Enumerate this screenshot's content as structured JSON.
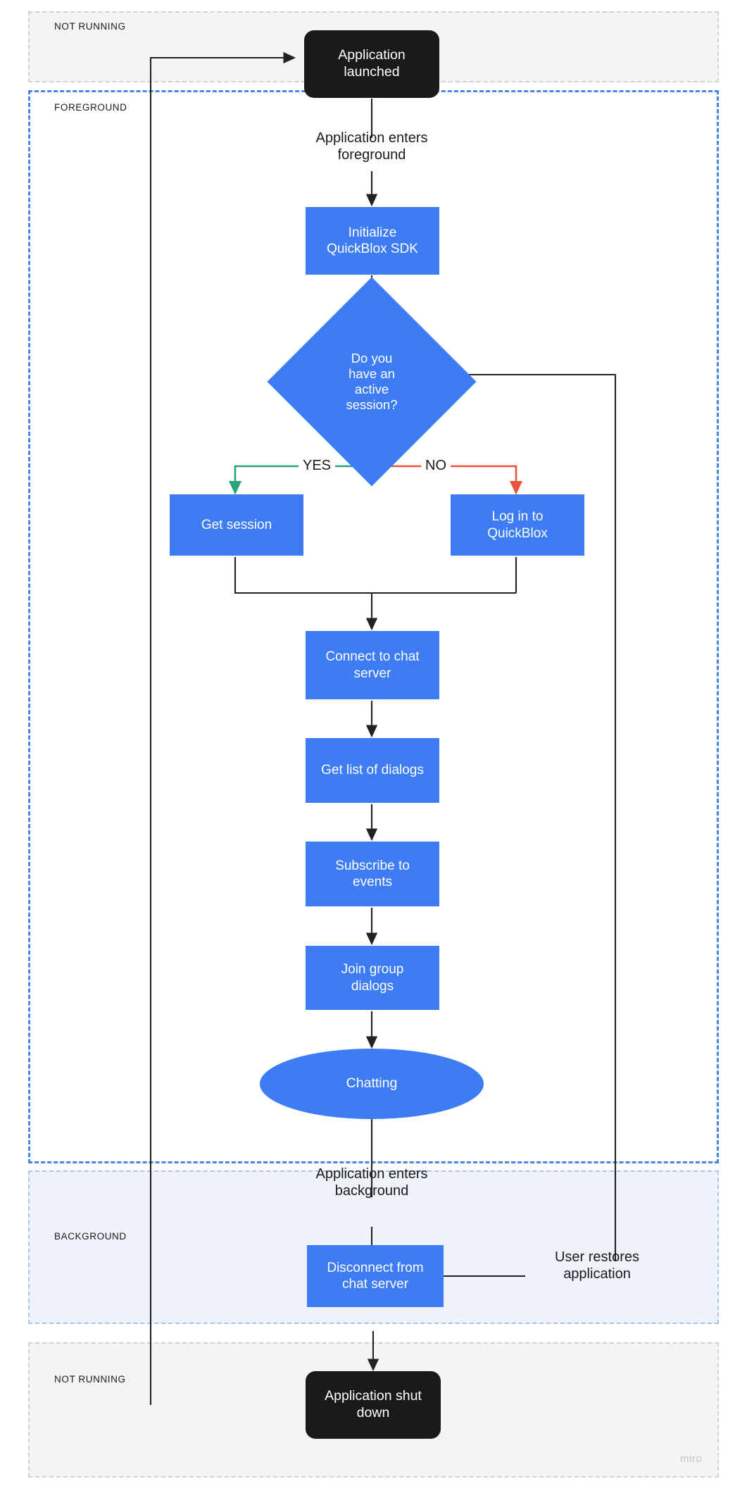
{
  "diagram": {
    "title": "QuickBlox application lifecycle flowchart",
    "watermark": "miro",
    "colors": {
      "process_blue": "#3d7cf4",
      "terminal_black": "#1a1a1a",
      "yes_green": "#2ba376",
      "no_red": "#e8543a",
      "foreground_border": "#4a86e8",
      "background_fill": "#eef3fa",
      "notrunning_fill": "#f4f4f4",
      "connector_dark": "#222222"
    }
  },
  "lanes": [
    {
      "id": "not-running-top",
      "label": "NOT RUNNING"
    },
    {
      "id": "foreground",
      "label": "FOREGROUND"
    },
    {
      "id": "background",
      "label": "BACKGROUND"
    },
    {
      "id": "not-running-bottom",
      "label": "NOT RUNNING"
    }
  ],
  "nodes": {
    "app_launched": {
      "label": "Application\nlaunched",
      "shape": "terminal"
    },
    "init_sdk": {
      "label": "Initialize\nQuickBlox SDK",
      "shape": "process"
    },
    "active_session": {
      "label": "Do you\nhave an\nactive\nsession?",
      "shape": "decision"
    },
    "get_session": {
      "label": "Get session",
      "shape": "process"
    },
    "log_in": {
      "label": "Log in to\nQuickBlox",
      "shape": "process"
    },
    "connect_chat": {
      "label": "Connect to chat\nserver",
      "shape": "process"
    },
    "get_dialogs": {
      "label": "Get list of dialogs",
      "shape": "process"
    },
    "subscribe_events": {
      "label": "Subscribe to\nevents",
      "shape": "process"
    },
    "join_group": {
      "label": "Join group\ndialogs",
      "shape": "process"
    },
    "chatting": {
      "label": "Chatting",
      "shape": "ellipse"
    },
    "disconnect_chat": {
      "label": "Disconnect from\nchat server",
      "shape": "process"
    },
    "app_shutdown": {
      "label": "Application shut\ndown",
      "shape": "terminal"
    }
  },
  "edge_labels": {
    "enters_foreground": "Application enters\nforeground",
    "enters_background": "Application enters\nbackground",
    "user_restores": "User restores\napplication",
    "yes": "YES",
    "no": "NO"
  }
}
